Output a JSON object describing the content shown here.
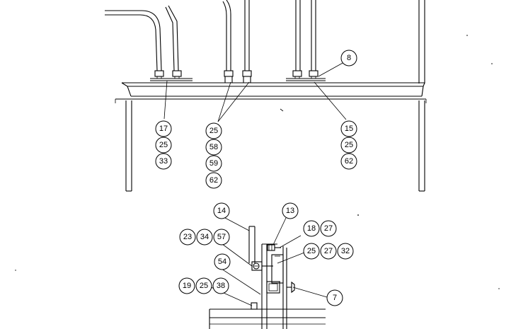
{
  "upper_view": {
    "callout_8": "8",
    "stack_left": [
      "17",
      "25",
      "33"
    ],
    "stack_middle": [
      "25",
      "58",
      "59",
      "62"
    ],
    "stack_right": [
      "15",
      "25",
      "62"
    ]
  },
  "lower_view": {
    "callout_14": "14",
    "callout_13": "13",
    "group_a": [
      "23",
      "34",
      "57"
    ],
    "group_b": [
      "18",
      "27"
    ],
    "group_c": [
      "25",
      "27",
      "32"
    ],
    "callout_54": "54",
    "group_d": [
      "19",
      "25",
      "38"
    ],
    "callout_7": "7"
  }
}
